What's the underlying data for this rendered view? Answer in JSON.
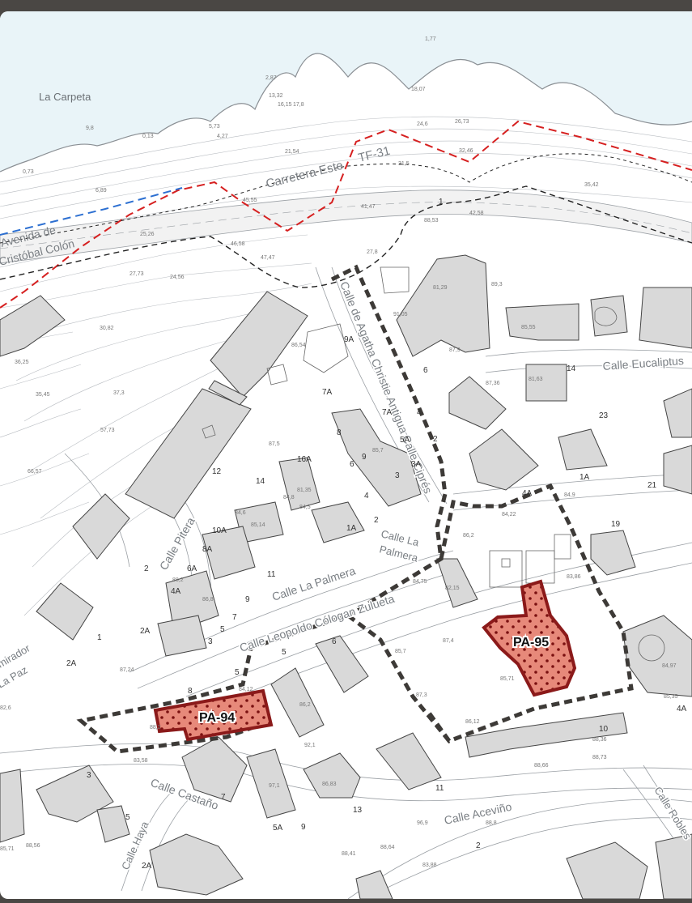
{
  "map": {
    "sea_label": "La Carpeta",
    "streets": {
      "carretera": "Carretera Este",
      "tf31": "TF-31",
      "avenida_1": "Avenida de",
      "avenida_2": "Cristóbal Colón",
      "agatha": "Calle de Agatha Christie Antigua Calle Ciprés",
      "eucaliptus": "Calle Eucaliptus",
      "pitera": "Calle Pitera",
      "la_palmera": "Calle La Palmera",
      "la_palmera_b1": "Calle La",
      "la_palmera_b2": "Palmera",
      "leopoldo": "Calle Leopoldo Cólogan Zulueta",
      "mirador_1": "mirador",
      "mirador_2": "La Paz",
      "castano": "Calle Castaño",
      "haya": "Calle Haya",
      "acevino": "Calle Aceviño",
      "robles": "Calle Robles"
    },
    "zones": [
      {
        "id": "PA-94"
      },
      {
        "id": "PA-95"
      }
    ],
    "elevations": [
      "1,77",
      "2,87",
      "13,32",
      "16,15",
      "17,8",
      "18,07",
      "9,8",
      "0,13",
      "5,73",
      "4,27",
      "24,6",
      "26,73",
      "0,73",
      "6,89",
      "32,46",
      "31,5",
      "35,42",
      "21,54",
      "45,55",
      "41,47",
      "25,26",
      "42,58",
      "46,58",
      "47,47",
      "27,8",
      "27,73",
      "24,56",
      "30,82",
      "36,25",
      "35,45",
      "37,3",
      "57,73",
      "66,57",
      "88,53",
      "91,05",
      "81,29",
      "87,9",
      "87,36",
      "81,63",
      "87,5",
      "81,35",
      "84,8",
      "84,5",
      "84,6",
      "85,14",
      "88,2",
      "86,8",
      "86,2",
      "84,22",
      "83,86",
      "84,75",
      "87,4",
      "85,7",
      "85,71",
      "87,3",
      "86,12",
      "87,24",
      "84,12",
      "86,2",
      "92,1",
      "86,83",
      "97,1",
      "96,9",
      "88,66",
      "88,73",
      "88,36",
      "88,41",
      "88,64",
      "88,8",
      "88,56",
      "85,71",
      "84,97",
      "82,6",
      "83,88",
      "86,54",
      "84,9",
      "83,58",
      "82,15",
      "85,35",
      "85,7",
      "88,2",
      "89,3",
      "85,55"
    ],
    "block_numbers": [
      "6",
      "9A",
      "7A",
      "5A",
      "3A",
      "16A",
      "14",
      "8",
      "6",
      "4",
      "1A",
      "2",
      "10A",
      "8A",
      "6A",
      "4A",
      "2A",
      "1",
      "2A",
      "11",
      "9",
      "7",
      "5",
      "3",
      "2",
      "12",
      "5",
      "6",
      "8",
      "10",
      "4A",
      "11",
      "13",
      "9",
      "7",
      "5A",
      "3",
      "5",
      "2A",
      "2",
      "1A",
      "4A",
      "21",
      "19",
      "23",
      "14",
      "7A",
      "9",
      "3",
      "4",
      "2",
      "5",
      "1"
    ]
  }
}
